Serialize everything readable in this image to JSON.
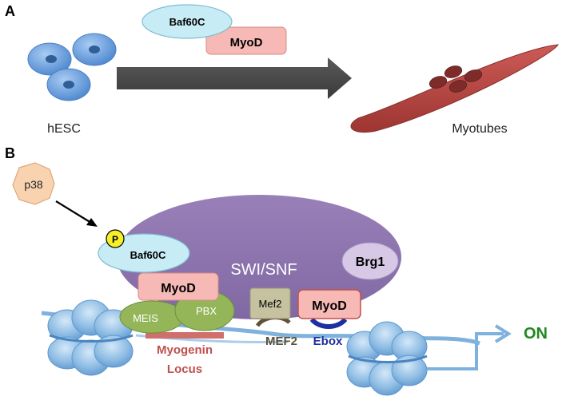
{
  "panel_a": {
    "letter": "A",
    "source_label": "hESC",
    "target_label": "Myotubes",
    "factors": {
      "baf60c": "Baf60C",
      "myod": "MyoD"
    }
  },
  "panel_b": {
    "letter": "B",
    "kinase": "p38",
    "phospho": "P",
    "baf60c": "Baf60C",
    "complex": "SWI/SNF",
    "brg1": "Brg1",
    "myod_left": "MyoD",
    "meis": "MEIS",
    "pbx": "PBX",
    "mef2_protein": "Mef2",
    "myod_right": "MyoD",
    "mef2_site": "MEF2",
    "ebox_site": "Ebox",
    "locus_line1": "Myogenin",
    "locus_line2": "Locus",
    "state": "ON"
  },
  "colors": {
    "cell_blue": "#6aa3e0",
    "myotube_red": "#b64541",
    "swi_snf_purple": "#8d74ad",
    "myod_pink": "#f6b9b5",
    "baf60c_cyan": "#c8ecf5",
    "meis_pbx_green": "#94b659",
    "mef2_tan": "#c6c2a0",
    "locus_red": "#d0706c",
    "ebox_navy": "#1e2fa0",
    "on_green": "#1e8a1e",
    "dna_blue": "#7eb2dd"
  }
}
